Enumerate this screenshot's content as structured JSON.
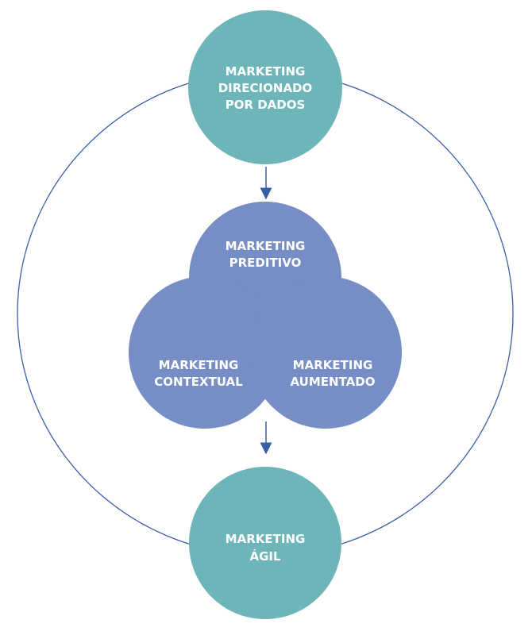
{
  "diagram": {
    "colors": {
      "teal": "#6db5b9",
      "blue": "#7089c1",
      "overlap": "#5370b0",
      "ring": "#3a5ea8",
      "arrow": "#3a5ea8",
      "text": "#ffffff"
    },
    "top": {
      "line1": "MARKETING",
      "line2": "DIRECIONADO",
      "line3": "POR DADOS"
    },
    "predictive": {
      "line1": "MARKETING",
      "line2": "PREDITIVO"
    },
    "contextual": {
      "line1": "MARKETING",
      "line2": "CONTEXTUAL"
    },
    "augmented": {
      "line1": "MARKETING",
      "line2": "AUMENTADO"
    },
    "bottom": {
      "line1": "MARKETING",
      "line2": "ÁGIL"
    }
  }
}
